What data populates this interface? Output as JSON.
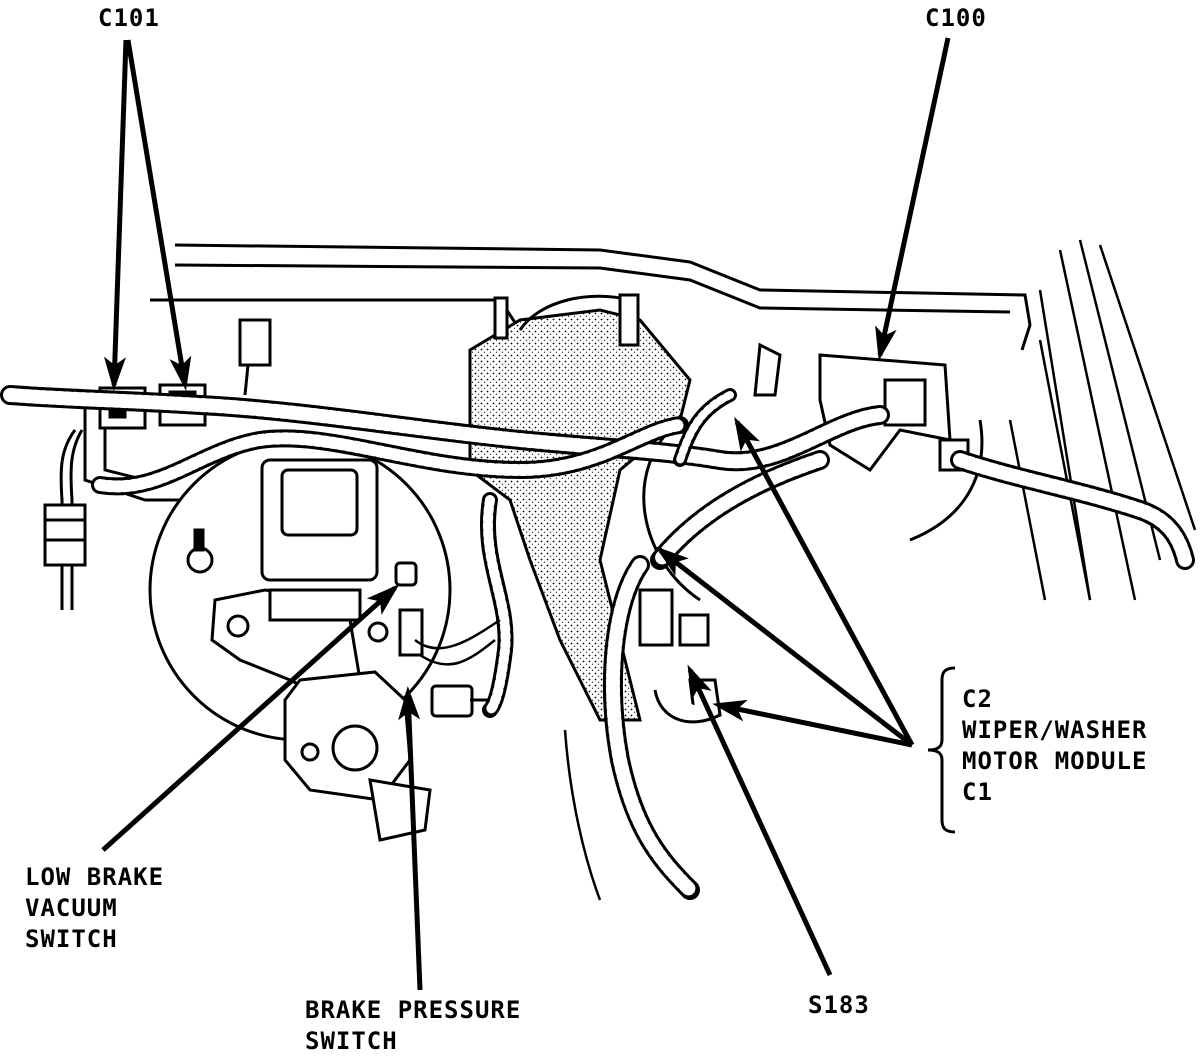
{
  "labels": {
    "c101": "C101",
    "c100": "C100",
    "low_brake_vacuum_switch": [
      "LOW BRAKE",
      "VACUUM",
      "SWITCH"
    ],
    "brake_pressure_switch": [
      "BRAKE PRESSURE",
      "SWITCH"
    ],
    "s183": "S183",
    "wiper_washer_module": [
      "C2",
      "WIPER/WASHER",
      "MOTOR MODULE",
      "C1"
    ]
  },
  "colors": {
    "ink": "#000000",
    "paper": "#ffffff"
  }
}
